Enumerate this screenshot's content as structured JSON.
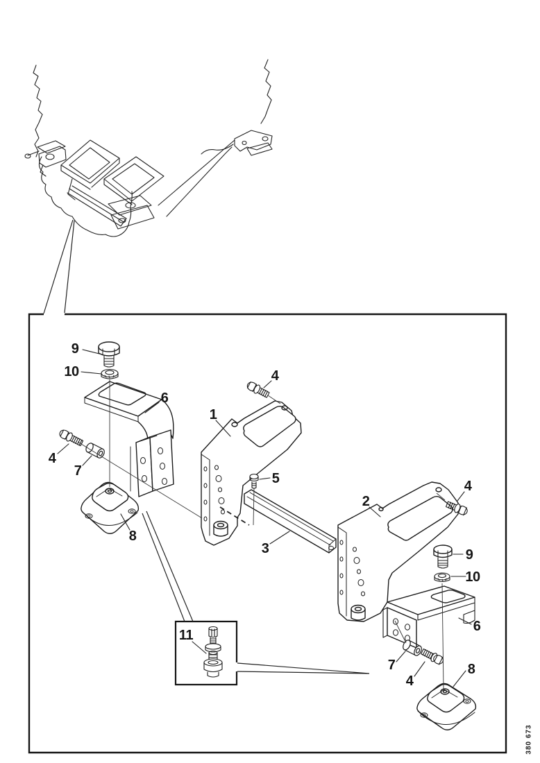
{
  "figure_number": "380 673",
  "callouts": [
    {
      "label": "9"
    },
    {
      "label": "10"
    },
    {
      "label": "6"
    },
    {
      "label": "4"
    },
    {
      "label": "1"
    },
    {
      "label": "4"
    },
    {
      "label": "7"
    },
    {
      "label": "5"
    },
    {
      "label": "8"
    },
    {
      "label": "3"
    },
    {
      "label": "2"
    },
    {
      "label": "4"
    },
    {
      "label": "9"
    },
    {
      "label": "10"
    },
    {
      "label": "6"
    },
    {
      "label": "7"
    },
    {
      "label": "4"
    },
    {
      "label": "8"
    },
    {
      "label": "11"
    }
  ]
}
